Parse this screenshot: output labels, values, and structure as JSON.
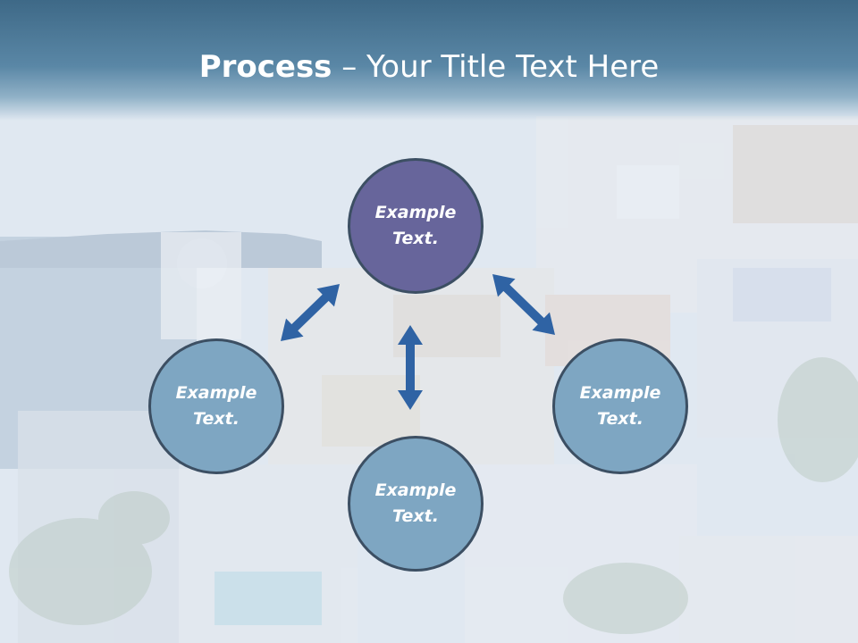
{
  "header": {
    "title_strong": "Process",
    "title_rest": " – Your Title Text Here"
  },
  "diagram": {
    "nodes": [
      {
        "line1": "Example",
        "line2": "Text.",
        "fill": "#67659b"
      },
      {
        "line1": "Example",
        "line2": "Text.",
        "fill": "#7ea6c2"
      },
      {
        "line1": "Example",
        "line2": "Text.",
        "fill": "#7ea6c2"
      },
      {
        "line1": "Example",
        "line2": "Text.",
        "fill": "#7ea6c2"
      }
    ],
    "arrow_color": "#2f63a4"
  }
}
